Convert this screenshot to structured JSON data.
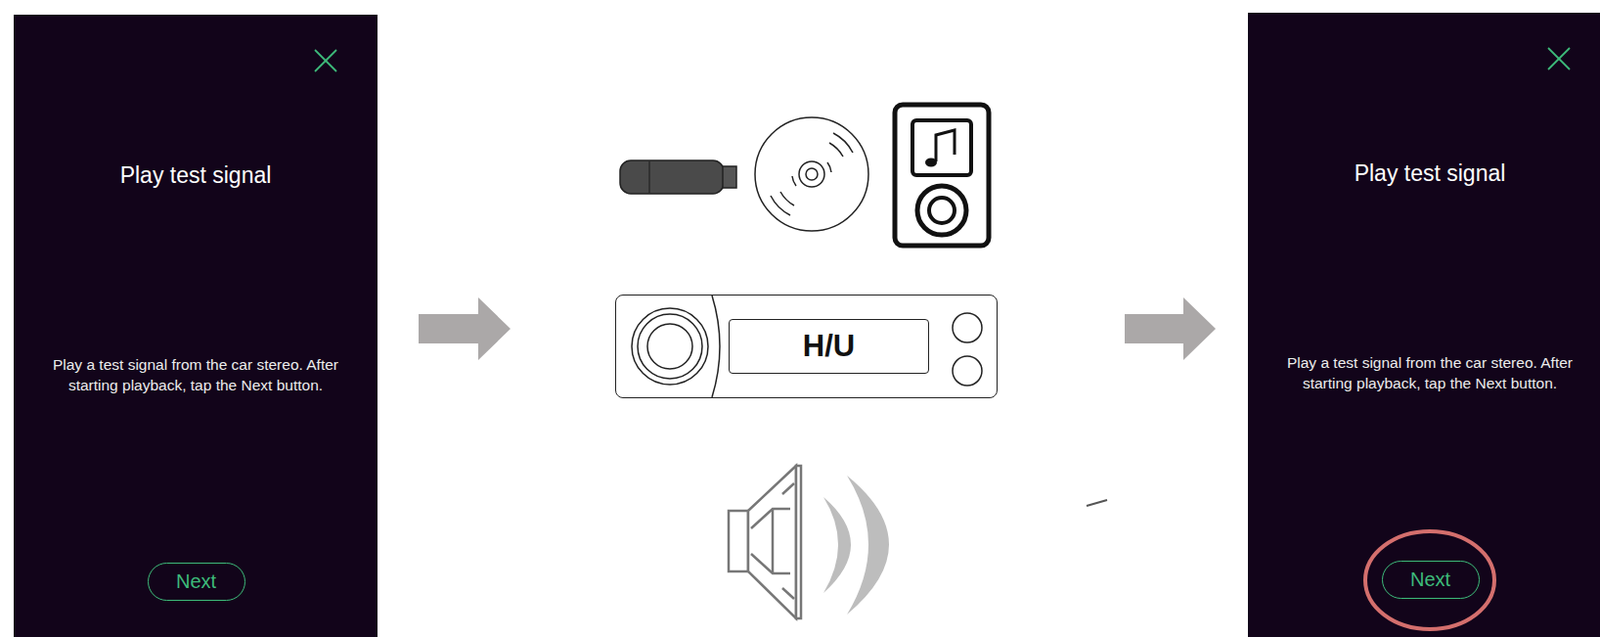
{
  "diagram": {
    "nodes": [
      {
        "text": [
          "Play test signal",
          "Play a test signal from the car stereo. After starting playback, tap the Next button."
        ]
      },
      {
        "text": [
          "Next"
        ],
        "in": 0
      },
      {
        "text": [
          "H/U"
        ]
      },
      {
        "text": [
          "Play test signal",
          "Play a test signal from the car stereo. After starting playback, tap the Next button."
        ]
      },
      {
        "text": [
          "Next"
        ],
        "in": 3
      }
    ],
    "edges": [
      {
        "from": 0,
        "to": 2,
        "arrow": "to"
      },
      {
        "from": 2,
        "to": 3,
        "arrow": "to"
      }
    ]
  }
}
